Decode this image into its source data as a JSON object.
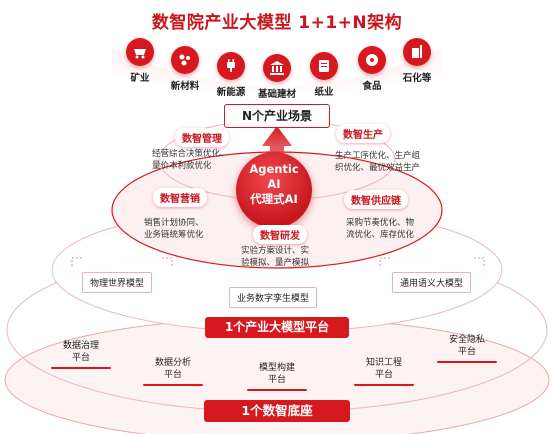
{
  "title": "数智院产业大模型 1+1+N架构",
  "industries": [
    {
      "label": "矿业",
      "icon": "mining-cart-icon"
    },
    {
      "label": "新材料",
      "icon": "molecule-icon"
    },
    {
      "label": "新能源",
      "icon": "plug-icon"
    },
    {
      "label": "基础建材",
      "icon": "building-icon"
    },
    {
      "label": "纸业",
      "icon": "paper-icon"
    },
    {
      "label": "食品",
      "icon": "donut-icon"
    },
    {
      "label": "石化等",
      "icon": "oil-tank-icon"
    }
  ],
  "scene_bar": "N个产业场景",
  "center": {
    "line1": "Agentic",
    "line2": "AI",
    "line3": "代理式AI"
  },
  "modules": {
    "management": {
      "tag": "数智管理",
      "desc1": "经营综合决策优化、",
      "desc2": "量价本利款优化"
    },
    "production": {
      "tag": "数智生产",
      "desc1": "生产工序优化、生产组",
      "desc2": "织优化、最优效益生产"
    },
    "marketing": {
      "tag": "数智营销",
      "desc1": "销售计划协同、",
      "desc2": "业务链统筹优化"
    },
    "supply": {
      "tag": "数智供应链",
      "desc1": "采购节奏优化、物",
      "desc2": "流优化、库存优化"
    },
    "rnd": {
      "tag": "数智研发",
      "desc1": "实验方案设计、实",
      "desc2": "验模拟、量产模拟"
    }
  },
  "models": {
    "physical": "物理世界模型",
    "language": "通用语义大模型",
    "twin": "业务数字孪生模型"
  },
  "platform": "1个产业大模型平台",
  "platforms": [
    {
      "line1": "数据治理",
      "line2": "平台"
    },
    {
      "line1": "数据分析",
      "line2": "平台"
    },
    {
      "line1": "模型构建",
      "line2": "平台"
    },
    {
      "line1": "知识工程",
      "line2": "平台"
    },
    {
      "line1": "安全隐私",
      "line2": "平台"
    }
  ],
  "base": "1个数智底座",
  "colors": {
    "accent": "#d6191f",
    "dark_accent": "#c8161d"
  }
}
